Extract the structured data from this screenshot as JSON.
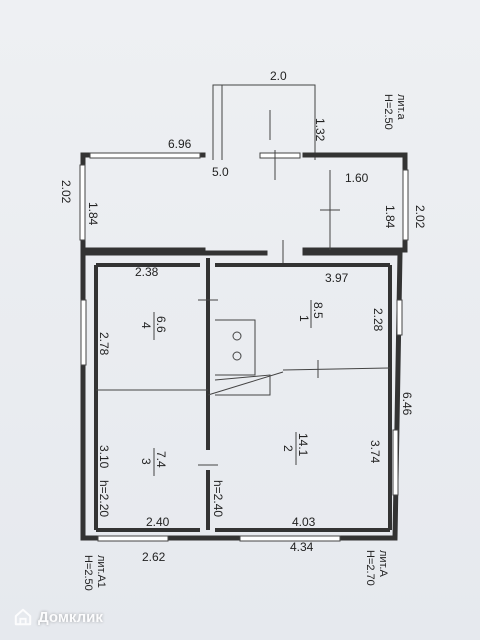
{
  "watermark": {
    "text": "Домклик",
    "icon": "domclick-logo-icon"
  },
  "labels": {
    "lit_a": "лит.а",
    "lit_a_height": "H=2.50",
    "lit_A": "лит.А",
    "lit_A_height": "H=2.70",
    "lit_A1": "лит.А1",
    "lit_A1_height": "H=2.50"
  },
  "dimensions": {
    "porch_width": "2.0",
    "porch_depth": "1.32",
    "veranda_length_outer": "6.96",
    "veranda_length_inner": "5.0",
    "veranda_inner_1_60": "1.60",
    "veranda_left_outer": "2.02",
    "veranda_left_inner": "1.84",
    "veranda_right_outer": "2.02",
    "veranda_right_inner": "1.84",
    "room4_width": "2.38",
    "room4_height": "2.78",
    "room1_width": "3.97",
    "room1_height": "2.28",
    "right_total": "6.46",
    "room2_height": "3.74",
    "room3_height": "3.10",
    "room3_ceiling": "h=2.20",
    "room2_ceiling": "h=2.40",
    "room3_width_inner": "2.40",
    "room3_width_outer": "2.62",
    "room2_width_inner": "4.03",
    "room2_width_outer": "4.34"
  },
  "rooms": {
    "room4_num": "4",
    "room4_area": "6.6",
    "room1_num": "1",
    "room1_area": "8.5",
    "room3_num": "3",
    "room3_area": "7.4",
    "room2_num": "2",
    "room2_area": "14.1"
  }
}
